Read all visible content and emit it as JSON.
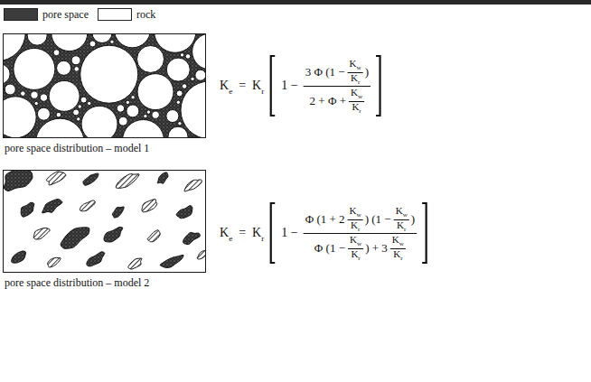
{
  "diagram": {
    "nodes": [
      {
        "text": [
          "pore space distribution – model 1"
        ]
      },
      {
        "text": [
          "pore space distribution – model 2"
        ]
      }
    ],
    "labels": [
      "K",
      "e",
      "=",
      "K",
      "r",
      "1 −",
      "3 Φ (1 −",
      "K",
      "w",
      "K",
      "r",
      ")",
      "2 + Φ +",
      "K",
      "w",
      "K",
      "r",
      "K",
      "e",
      "=",
      "K",
      "r",
      "1 −",
      "Φ (1 + 2",
      "K",
      "w",
      "K",
      "r",
      ") (1 −",
      "K",
      "w",
      "K",
      "r",
      ")",
      "Φ (1 −",
      "K",
      "w",
      "K",
      "r",
      ") + 3",
      "K",
      "w",
      "K",
      "r"
    ],
    "legend": [
      {
        "text": "pore space",
        "color": "#3c3c3c"
      },
      {
        "text": "rock",
        "color": "#ffffff"
      }
    ]
  }
}
